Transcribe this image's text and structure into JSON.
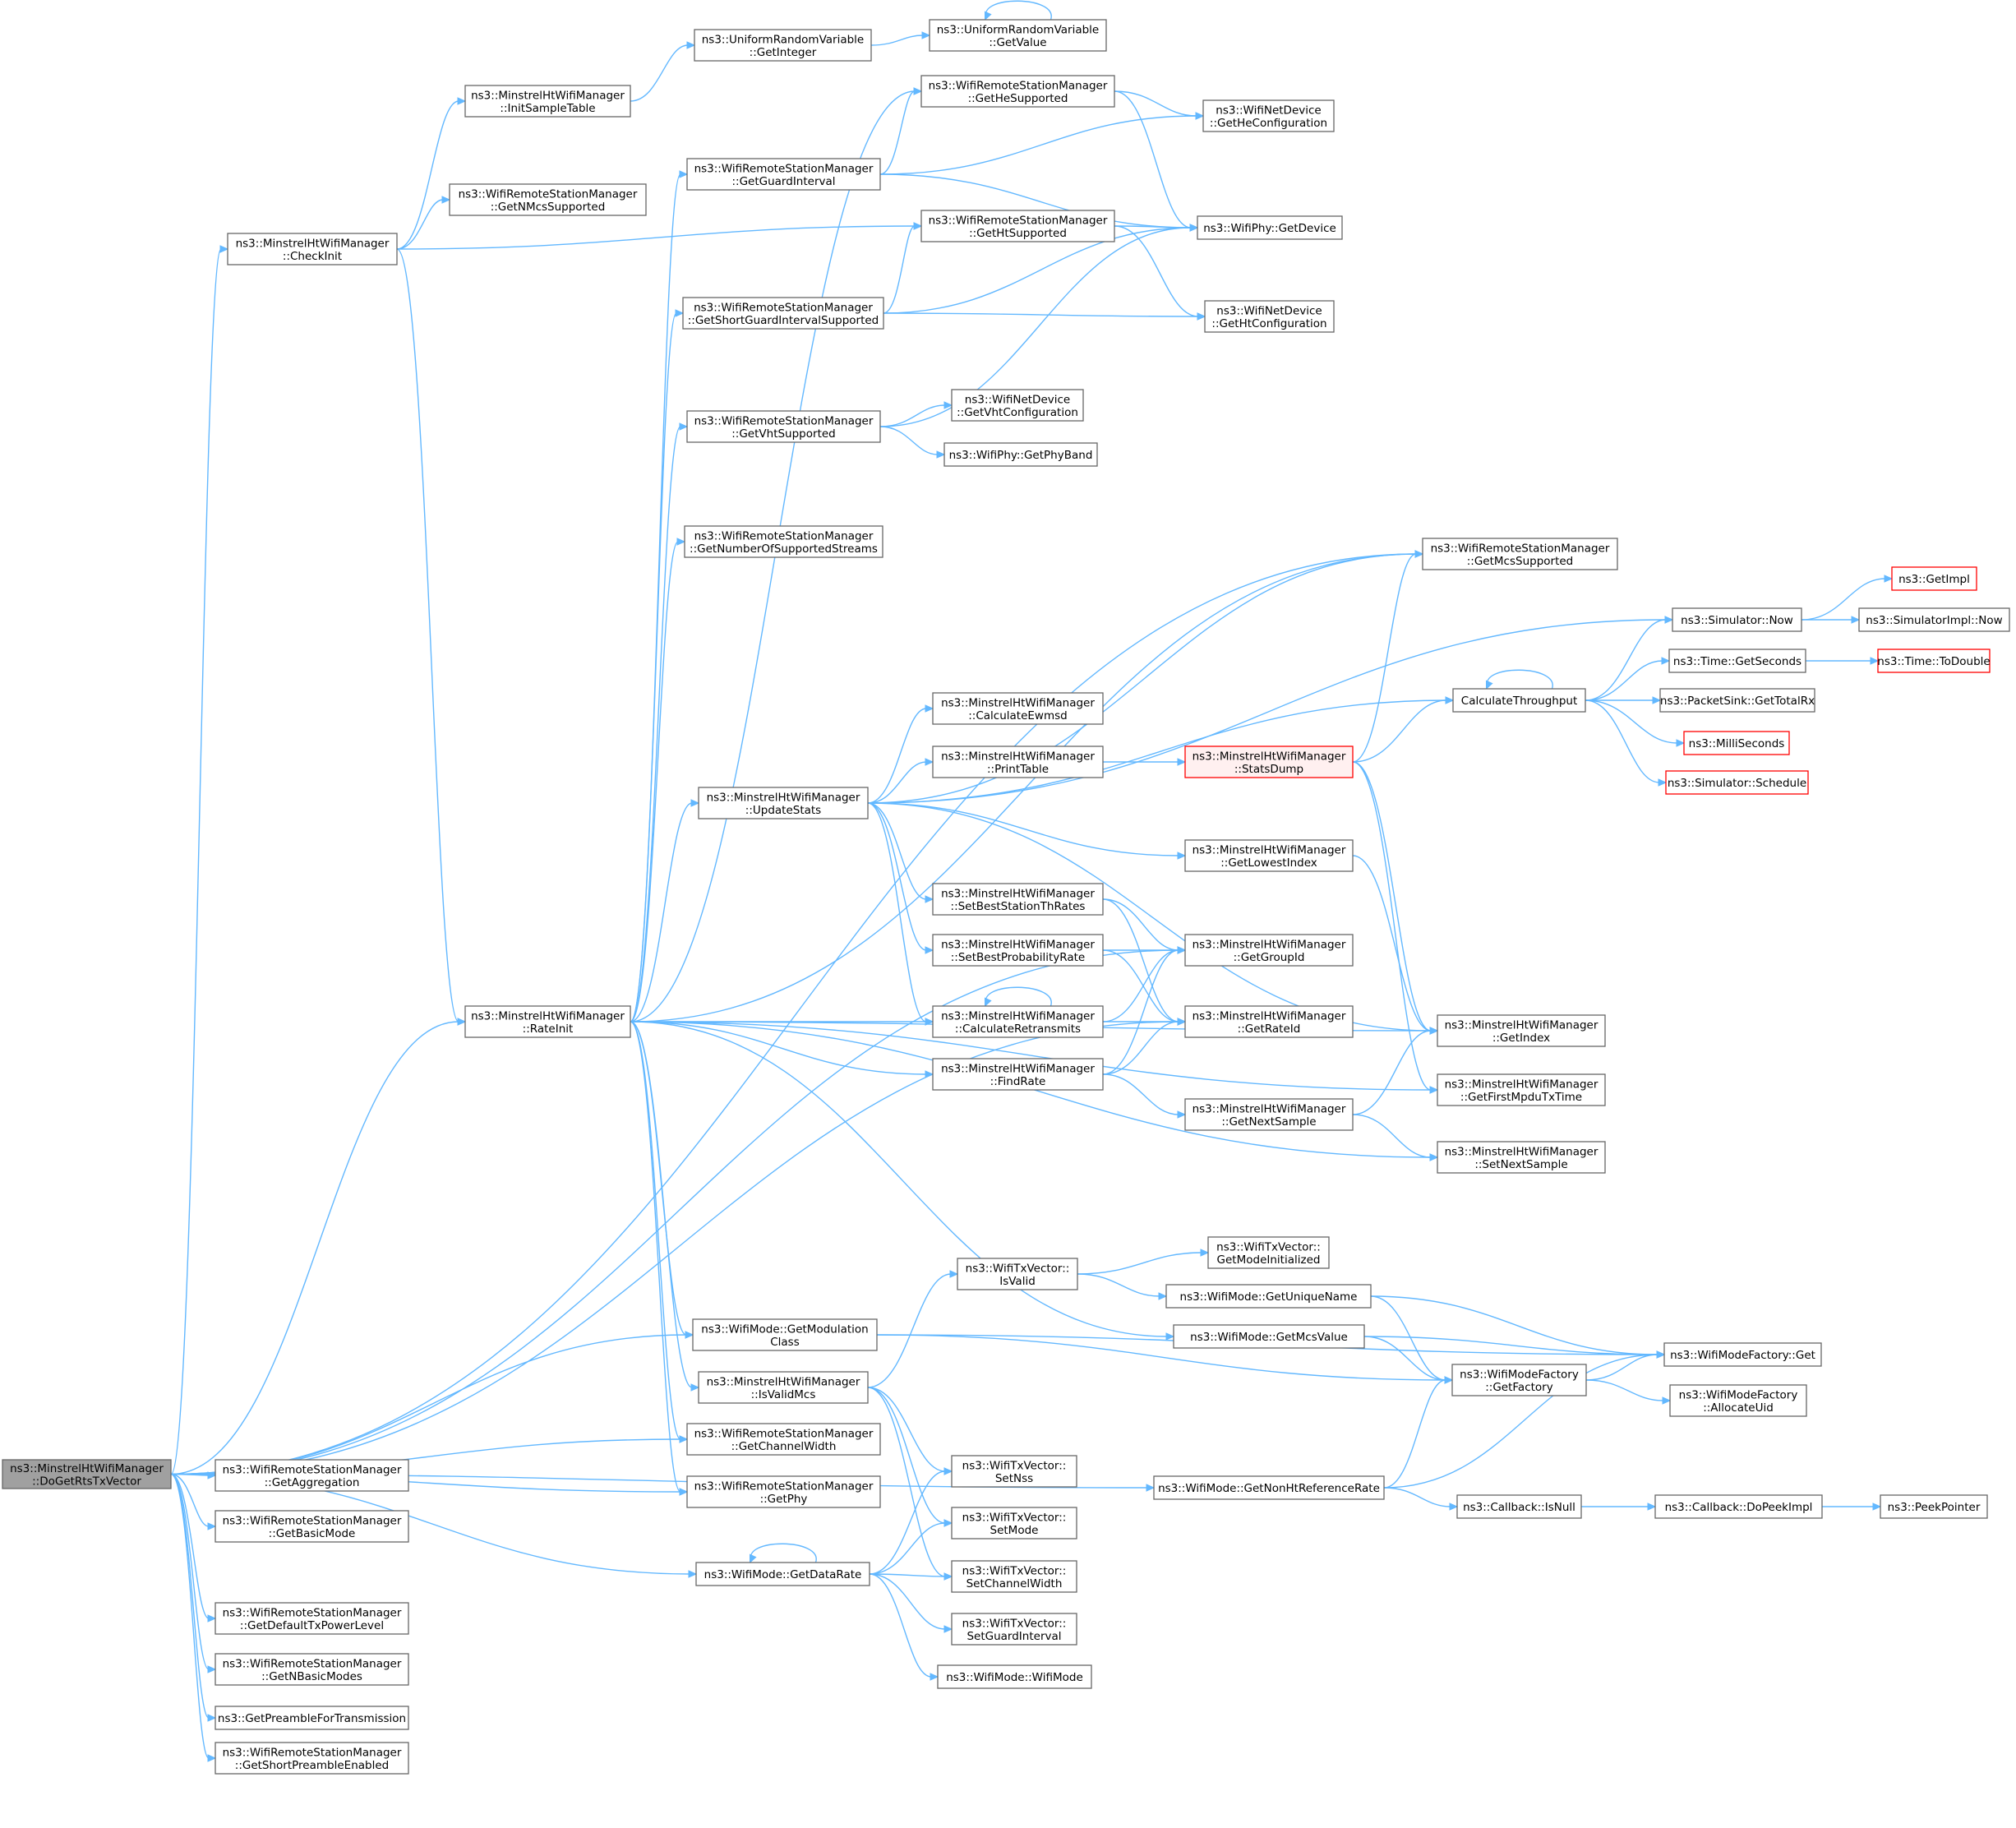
{
  "nodes": [
    {
      "id": "root",
      "lines": [
        "ns3::MinstrelHtWifiManager",
        "::DoGetRtsTxVector"
      ],
      "style": "root"
    },
    {
      "id": "checkinit",
      "lines": [
        "ns3::MinstrelHtWifiManager",
        "::CheckInit"
      ]
    },
    {
      "id": "initsample",
      "lines": [
        "ns3::MinstrelHtWifiManager",
        "::InitSampleTable"
      ]
    },
    {
      "id": "getnmcs",
      "lines": [
        "ns3::WifiRemoteStationManager",
        "::GetNMcsSupported"
      ]
    },
    {
      "id": "rateinit",
      "lines": [
        "ns3::MinstrelHtWifiManager",
        "::RateInit"
      ]
    },
    {
      "id": "urv_getint",
      "lines": [
        "ns3::UniformRandomVariable",
        "::GetInteger"
      ]
    },
    {
      "id": "urv_getval",
      "lines": [
        "ns3::UniformRandomVariable",
        "::GetValue"
      ]
    },
    {
      "id": "getheSupp",
      "lines": [
        "ns3::WifiRemoteStationManager",
        "::GetHeSupported"
      ]
    },
    {
      "id": "getheconf",
      "lines": [
        "ns3::WifiNetDevice",
        "::GetHeConfiguration"
      ]
    },
    {
      "id": "getguard",
      "lines": [
        "ns3::WifiRemoteStationManager",
        "::GetGuardInterval"
      ]
    },
    {
      "id": "getdevice",
      "lines": [
        "ns3::WifiPhy::GetDevice"
      ]
    },
    {
      "id": "gethtSupp",
      "lines": [
        "ns3::WifiRemoteStationManager",
        "::GetHtSupported"
      ]
    },
    {
      "id": "getshortgi",
      "lines": [
        "ns3::WifiRemoteStationManager",
        "::GetShortGuardIntervalSupported"
      ]
    },
    {
      "id": "gethtconf",
      "lines": [
        "ns3::WifiNetDevice",
        "::GetHtConfiguration"
      ]
    },
    {
      "id": "getvhtSupp",
      "lines": [
        "ns3::WifiRemoteStationManager",
        "::GetVhtSupported"
      ]
    },
    {
      "id": "getvhtconf",
      "lines": [
        "ns3::WifiNetDevice",
        "::GetVhtConfiguration"
      ]
    },
    {
      "id": "getphyband",
      "lines": [
        "ns3::WifiPhy::GetPhyBand"
      ]
    },
    {
      "id": "getnumstreams",
      "lines": [
        "ns3::WifiRemoteStationManager",
        "::GetNumberOfSupportedStreams"
      ]
    },
    {
      "id": "getmcsSupp",
      "lines": [
        "ns3::WifiRemoteStationManager",
        "::GetMcsSupported"
      ]
    },
    {
      "id": "getimpl",
      "lines": [
        "ns3::GetImpl"
      ],
      "style": "red"
    },
    {
      "id": "simnow",
      "lines": [
        "ns3::Simulator::Now"
      ]
    },
    {
      "id": "simimplnow",
      "lines": [
        "ns3::SimulatorImpl::Now"
      ]
    },
    {
      "id": "timegetsec",
      "lines": [
        "ns3::Time::GetSeconds"
      ]
    },
    {
      "id": "timetodouble",
      "lines": [
        "ns3::Time::ToDouble"
      ],
      "style": "red"
    },
    {
      "id": "calcthroughput",
      "lines": [
        "CalculateThroughput"
      ]
    },
    {
      "id": "pktsink",
      "lines": [
        "ns3::PacketSink::GetTotalRx"
      ]
    },
    {
      "id": "millisec",
      "lines": [
        "ns3::MilliSeconds"
      ],
      "style": "red"
    },
    {
      "id": "simschedule",
      "lines": [
        "ns3::Simulator::Schedule"
      ],
      "style": "red"
    },
    {
      "id": "calcewmsd",
      "lines": [
        "ns3::MinstrelHtWifiManager",
        "::CalculateEwmsd"
      ]
    },
    {
      "id": "printtable",
      "lines": [
        "ns3::MinstrelHtWifiManager",
        "::PrintTable"
      ]
    },
    {
      "id": "statsdump",
      "lines": [
        "ns3::MinstrelHtWifiManager",
        "::StatsDump"
      ],
      "style": "redfill"
    },
    {
      "id": "updatestats",
      "lines": [
        "ns3::MinstrelHtWifiManager",
        "::UpdateStats"
      ]
    },
    {
      "id": "getlowest",
      "lines": [
        "ns3::MinstrelHtWifiManager",
        "::GetLowestIndex"
      ]
    },
    {
      "id": "setbeststation",
      "lines": [
        "ns3::MinstrelHtWifiManager",
        "::SetBestStationThRates"
      ]
    },
    {
      "id": "setbestprob",
      "lines": [
        "ns3::MinstrelHtWifiManager",
        "::SetBestProbabilityRate"
      ]
    },
    {
      "id": "getgroupid",
      "lines": [
        "ns3::MinstrelHtWifiManager",
        "::GetGroupId"
      ]
    },
    {
      "id": "calcretrans",
      "lines": [
        "ns3::MinstrelHtWifiManager",
        "::CalculateRetransmits"
      ]
    },
    {
      "id": "getrateid",
      "lines": [
        "ns3::MinstrelHtWifiManager",
        "::GetRateId"
      ]
    },
    {
      "id": "getindex",
      "lines": [
        "ns3::MinstrelHtWifiManager",
        "::GetIndex"
      ]
    },
    {
      "id": "findrate",
      "lines": [
        "ns3::MinstrelHtWifiManager",
        "::FindRate"
      ]
    },
    {
      "id": "getfirstmpdu",
      "lines": [
        "ns3::MinstrelHtWifiManager",
        "::GetFirstMpduTxTime"
      ]
    },
    {
      "id": "getnextsample",
      "lines": [
        "ns3::MinstrelHtWifiManager",
        "::GetNextSample"
      ]
    },
    {
      "id": "setnextsample",
      "lines": [
        "ns3::MinstrelHtWifiManager",
        "::SetNextSample"
      ]
    },
    {
      "id": "getmodeinit",
      "lines": [
        "ns3::WifiTxVector::",
        "GetModeInitialized"
      ]
    },
    {
      "id": "txisvalid",
      "lines": [
        "ns3::WifiTxVector::",
        "IsValid"
      ]
    },
    {
      "id": "getuniquename",
      "lines": [
        "ns3::WifiMode::GetUniqueName"
      ]
    },
    {
      "id": "getmodclass",
      "lines": [
        "ns3::WifiMode::GetModulation",
        "Class"
      ]
    },
    {
      "id": "getmcsvalue",
      "lines": [
        "ns3::WifiMode::GetMcsValue"
      ]
    },
    {
      "id": "factoryget",
      "lines": [
        "ns3::WifiModeFactory::Get"
      ]
    },
    {
      "id": "getfactory",
      "lines": [
        "ns3::WifiModeFactory",
        "::GetFactory"
      ]
    },
    {
      "id": "isvalidmcs",
      "lines": [
        "ns3::MinstrelHtWifiManager",
        "::IsValidMcs"
      ]
    },
    {
      "id": "allocuid",
      "lines": [
        "ns3::WifiModeFactory",
        "::AllocateUid"
      ]
    },
    {
      "id": "getchanwidth",
      "lines": [
        "ns3::WifiRemoteStationManager",
        "::GetChannelWidth"
      ]
    },
    {
      "id": "getaggregation",
      "lines": [
        "ns3::WifiRemoteStationManager",
        "::GetAggregation"
      ]
    },
    {
      "id": "setnss",
      "lines": [
        "ns3::WifiTxVector::",
        "SetNss"
      ]
    },
    {
      "id": "getphy",
      "lines": [
        "ns3::WifiRemoteStationManager",
        "::GetPhy"
      ]
    },
    {
      "id": "getnonht",
      "lines": [
        "ns3::WifiMode::GetNonHtReferenceRate"
      ]
    },
    {
      "id": "cbisnull",
      "lines": [
        "ns3::Callback::IsNull"
      ]
    },
    {
      "id": "cbdopeek",
      "lines": [
        "ns3::Callback::DoPeekImpl"
      ]
    },
    {
      "id": "peekpointer",
      "lines": [
        "ns3::PeekPointer"
      ]
    },
    {
      "id": "getbasicmode",
      "lines": [
        "ns3::WifiRemoteStationManager",
        "::GetBasicMode"
      ]
    },
    {
      "id": "setmode",
      "lines": [
        "ns3::WifiTxVector::",
        "SetMode"
      ]
    },
    {
      "id": "getdatarate",
      "lines": [
        "ns3::WifiMode::GetDataRate"
      ]
    },
    {
      "id": "setchanwidth",
      "lines": [
        "ns3::WifiTxVector::",
        "SetChannelWidth"
      ]
    },
    {
      "id": "getdefaultpower",
      "lines": [
        "ns3::WifiRemoteStationManager",
        "::GetDefaultTxPowerLevel"
      ]
    },
    {
      "id": "setguard",
      "lines": [
        "ns3::WifiTxVector::",
        "SetGuardInterval"
      ]
    },
    {
      "id": "getnbasic",
      "lines": [
        "ns3::WifiRemoteStationManager",
        "::GetNBasicModes"
      ]
    },
    {
      "id": "wifimode",
      "lines": [
        "ns3::WifiMode::WifiMode"
      ]
    },
    {
      "id": "getpreamble",
      "lines": [
        "ns3::GetPreambleForTransmission"
      ]
    },
    {
      "id": "getshortpreamble",
      "lines": [
        "ns3::WifiRemoteStationManager",
        "::GetShortPreambleEnabled"
      ]
    }
  ],
  "edges": [
    [
      "root",
      "checkinit"
    ],
    [
      "root",
      "rateinit"
    ],
    [
      "root",
      "getmcsSupp"
    ],
    [
      "root",
      "getgroupid"
    ],
    [
      "root",
      "getrateid"
    ],
    [
      "root",
      "getmodclass"
    ],
    [
      "root",
      "getchanwidth"
    ],
    [
      "root",
      "getphy"
    ],
    [
      "root",
      "getaggregation"
    ],
    [
      "root",
      "getbasicmode"
    ],
    [
      "root",
      "getdatarate"
    ],
    [
      "root",
      "getdefaultpower"
    ],
    [
      "root",
      "getnbasic"
    ],
    [
      "root",
      "getnonht"
    ],
    [
      "root",
      "getpreamble"
    ],
    [
      "root",
      "getshortpreamble"
    ],
    [
      "checkinit",
      "initsample"
    ],
    [
      "checkinit",
      "getnmcs"
    ],
    [
      "checkinit",
      "gethtSupp"
    ],
    [
      "checkinit",
      "rateinit"
    ],
    [
      "initsample",
      "urv_getint"
    ],
    [
      "urv_getint",
      "urv_getval"
    ],
    [
      "urv_getval",
      "urv_getval"
    ],
    [
      "rateinit",
      "getheSupp"
    ],
    [
      "rateinit",
      "getguard"
    ],
    [
      "rateinit",
      "getshortgi"
    ],
    [
      "rateinit",
      "getvhtSupp"
    ],
    [
      "rateinit",
      "getnumstreams"
    ],
    [
      "rateinit",
      "getmcsSupp"
    ],
    [
      "rateinit",
      "updatestats"
    ],
    [
      "rateinit",
      "calcretrans"
    ],
    [
      "rateinit",
      "findrate"
    ],
    [
      "rateinit",
      "getindex"
    ],
    [
      "rateinit",
      "getfirstmpdu"
    ],
    [
      "rateinit",
      "setnextsample"
    ],
    [
      "rateinit",
      "getmcsvalue"
    ],
    [
      "rateinit",
      "getmodclass"
    ],
    [
      "rateinit",
      "isvalidmcs"
    ],
    [
      "rateinit",
      "getchanwidth"
    ],
    [
      "rateinit",
      "getphy"
    ],
    [
      "getheSupp",
      "getheconf"
    ],
    [
      "getheSupp",
      "getdevice"
    ],
    [
      "getguard",
      "getheSupp"
    ],
    [
      "getguard",
      "getheconf"
    ],
    [
      "getguard",
      "getdevice"
    ],
    [
      "gethtSupp",
      "getdevice"
    ],
    [
      "gethtSupp",
      "gethtconf"
    ],
    [
      "getshortgi",
      "gethtSupp"
    ],
    [
      "getshortgi",
      "getdevice"
    ],
    [
      "getshortgi",
      "gethtconf"
    ],
    [
      "getvhtSupp",
      "getdevice"
    ],
    [
      "getvhtSupp",
      "getvhtconf"
    ],
    [
      "getvhtSupp",
      "getphyband"
    ],
    [
      "updatestats",
      "getmcsSupp"
    ],
    [
      "updatestats",
      "simnow"
    ],
    [
      "updatestats",
      "calcthroughput"
    ],
    [
      "updatestats",
      "calcewmsd"
    ],
    [
      "updatestats",
      "printtable"
    ],
    [
      "updatestats",
      "getlowest"
    ],
    [
      "updatestats",
      "setbeststation"
    ],
    [
      "updatestats",
      "setbestprob"
    ],
    [
      "updatestats",
      "calcretrans"
    ],
    [
      "updatestats",
      "getindex"
    ],
    [
      "simnow",
      "getimpl"
    ],
    [
      "simnow",
      "simimplnow"
    ],
    [
      "timegetsec",
      "timetodouble"
    ],
    [
      "calcthroughput",
      "simnow"
    ],
    [
      "calcthroughput",
      "timegetsec"
    ],
    [
      "calcthroughput",
      "pktsink"
    ],
    [
      "calcthroughput",
      "millisec"
    ],
    [
      "calcthroughput",
      "simschedule"
    ],
    [
      "calcthroughput",
      "calcthroughput"
    ],
    [
      "printtable",
      "statsdump"
    ],
    [
      "statsdump",
      "getmcsSupp"
    ],
    [
      "statsdump",
      "calcthroughput"
    ],
    [
      "statsdump",
      "getindex"
    ],
    [
      "statsdump",
      "getfirstmpdu"
    ],
    [
      "getlowest",
      "getindex"
    ],
    [
      "setbeststation",
      "getgroupid"
    ],
    [
      "setbeststation",
      "getrateid"
    ],
    [
      "setbestprob",
      "getgroupid"
    ],
    [
      "setbestprob",
      "getrateid"
    ],
    [
      "calcretrans",
      "getgroupid"
    ],
    [
      "calcretrans",
      "getrateid"
    ],
    [
      "calcretrans",
      "calcretrans"
    ],
    [
      "findrate",
      "getgroupid"
    ],
    [
      "findrate",
      "getrateid"
    ],
    [
      "findrate",
      "getnextsample"
    ],
    [
      "getnextsample",
      "getindex"
    ],
    [
      "getnextsample",
      "setnextsample"
    ],
    [
      "txisvalid",
      "getmodeinit"
    ],
    [
      "txisvalid",
      "getuniquename"
    ],
    [
      "getuniquename",
      "getfactory"
    ],
    [
      "getuniquename",
      "factoryget"
    ],
    [
      "getmodclass",
      "getfactory"
    ],
    [
      "getmodclass",
      "factoryget"
    ],
    [
      "getmcsvalue",
      "getfactory"
    ],
    [
      "getmcsvalue",
      "factoryget"
    ],
    [
      "getfactory",
      "factoryget"
    ],
    [
      "getfactory",
      "allocuid"
    ],
    [
      "isvalidmcs",
      "txisvalid"
    ],
    [
      "isvalidmcs",
      "setnss"
    ],
    [
      "isvalidmcs",
      "setmode"
    ],
    [
      "isvalidmcs",
      "setchanwidth"
    ],
    [
      "getnonht",
      "getfactory"
    ],
    [
      "getnonht",
      "factoryget"
    ],
    [
      "getnonht",
      "cbisnull"
    ],
    [
      "cbisnull",
      "cbdopeek"
    ],
    [
      "cbdopeek",
      "peekpointer"
    ],
    [
      "getdatarate",
      "setnss"
    ],
    [
      "getdatarate",
      "setmode"
    ],
    [
      "getdatarate",
      "setchanwidth"
    ],
    [
      "getdatarate",
      "setguard"
    ],
    [
      "getdatarate",
      "wifimode"
    ],
    [
      "getdatarate",
      "getdatarate"
    ]
  ]
}
